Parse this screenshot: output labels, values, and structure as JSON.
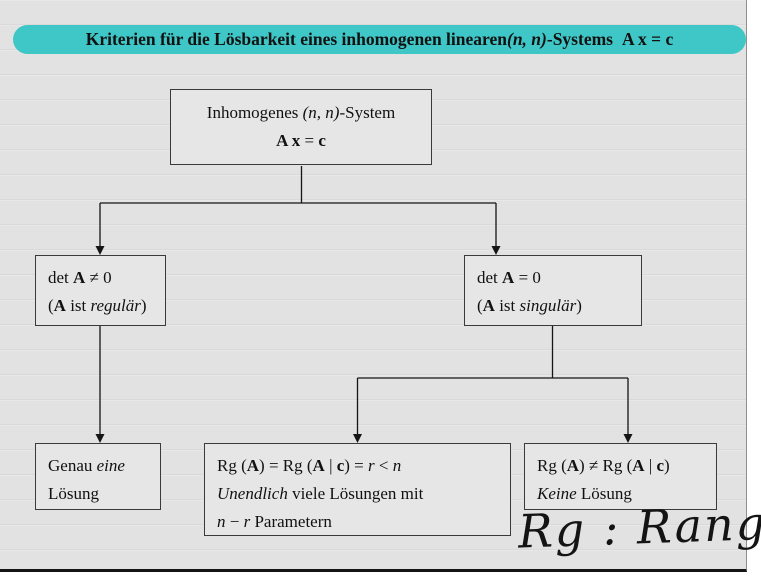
{
  "banner": {
    "s1": "Kriterien für die Lösbarkeit eines inhomogenen linearen ",
    "s2": "(n, n)",
    "s3": "-Systems",
    "s4": "A x = c"
  },
  "top_box": {
    "l1": [
      "Inhomogenes ",
      "(n, n)",
      "-System"
    ],
    "l2": [
      "A x",
      " = ",
      "c"
    ]
  },
  "left_box": {
    "l1": [
      "det ",
      "A",
      " ≠ 0"
    ],
    "l2": [
      "(",
      "A",
      " ist ",
      "regulär",
      ")"
    ]
  },
  "right_box": {
    "l1": [
      "det ",
      "A",
      " = 0"
    ],
    "l2": [
      "(",
      "A",
      " ist ",
      "singulär",
      ")"
    ]
  },
  "result_left": {
    "l1": [
      "Genau ",
      "eine"
    ],
    "l2": "Lösung"
  },
  "result_mid": {
    "l1": [
      "Rg (",
      "A",
      ") = Rg (",
      "A",
      " | ",
      "c",
      ") = ",
      "r",
      " < ",
      "n"
    ],
    "l2": [
      "Unendlich",
      " viele Lösungen mit"
    ],
    "l3": [
      "n",
      " − ",
      "r",
      " Parametern"
    ]
  },
  "result_right": {
    "l1": [
      "Rg (",
      "A",
      ") ≠ Rg (",
      "A",
      " | ",
      "c",
      ")"
    ],
    "l2": [
      "Keine",
      " Lösung"
    ]
  },
  "annotation": {
    "text": "Rg : Rang d. M"
  },
  "colors": {
    "banner_bg": "#3fc6c6",
    "page_bg": "#e2e2e2",
    "box_bg": "#e6e6e6",
    "box_border": "#3a3a3a",
    "arrow": "#151515"
  }
}
